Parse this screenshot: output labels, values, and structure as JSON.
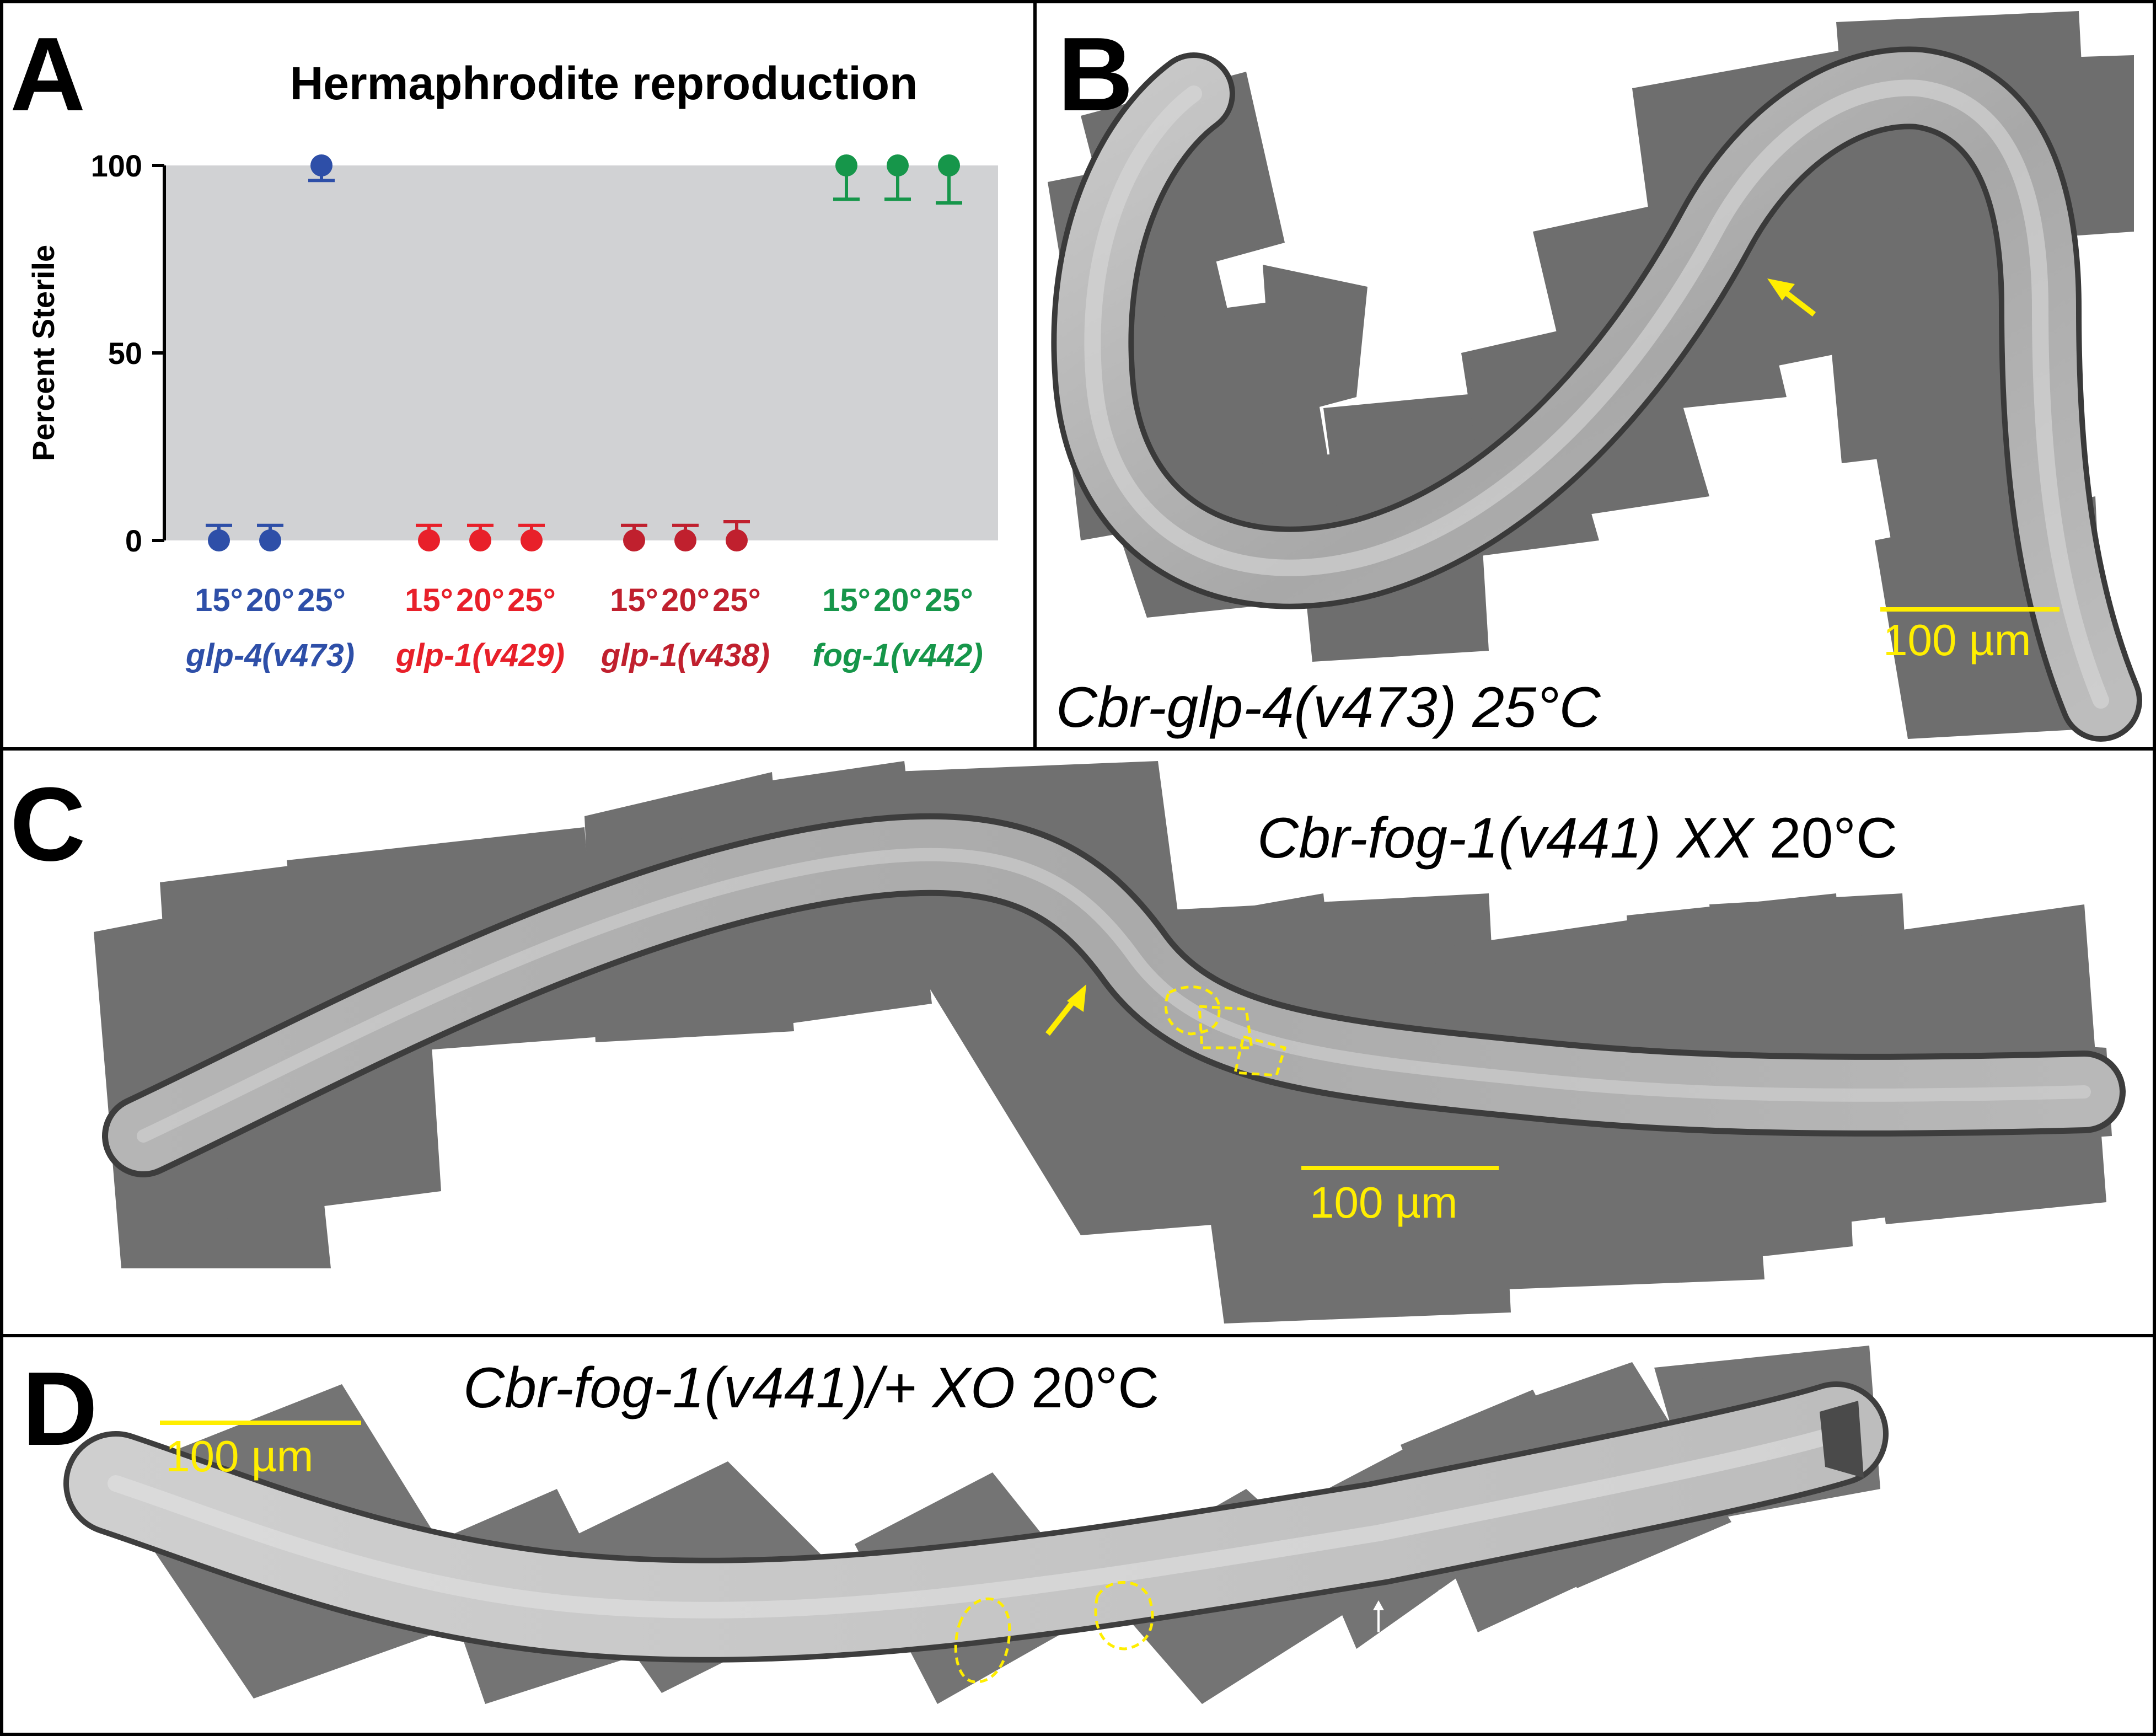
{
  "panels": {
    "A": {
      "letter": "A"
    },
    "B": {
      "letter": "B",
      "caption": "Cbr-glp-4(v473) 25°C",
      "scale_label": "100 µm"
    },
    "C": {
      "letter": "C",
      "caption_italic": "Cbr-fog-1(v441) XX",
      "caption_plain": " 20°C",
      "scale_label": "100 µm"
    },
    "D": {
      "letter": "D",
      "caption_italic": "Cbr-fog-1(v441)/+ XO",
      "caption_plain": " 20°C",
      "scale_label": "100 µm"
    }
  },
  "colors": {
    "glp4": "#2e4fa8",
    "glp1_v429": "#e8202a",
    "glp1_v438": "#c0202e",
    "fog1": "#16964a",
    "plot_bg": "#d1d2d4",
    "scale_bar": "#ffee00"
  },
  "chart_data": {
    "type": "scatter",
    "title": "Hermaphrodite reproduction",
    "ylabel": "Percent Sterile",
    "xlabel": "",
    "ylim": [
      0,
      100
    ],
    "yticks": [
      0,
      50,
      100
    ],
    "grid": false,
    "error_bars": true,
    "groups": [
      {
        "name": "glp-4(v473)",
        "color": "#2e4fa8",
        "points": [
          {
            "label": "15°",
            "value": 0,
            "err_up": 4,
            "err_down": 0
          },
          {
            "label": "20°",
            "value": 0,
            "err_up": 4,
            "err_down": 0
          },
          {
            "label": "25°",
            "value": 100,
            "err_up": 0,
            "err_down": 4
          }
        ]
      },
      {
        "name": "glp-1(v429)",
        "color": "#e8202a",
        "points": [
          {
            "label": "15°",
            "value": 0,
            "err_up": 4,
            "err_down": 0
          },
          {
            "label": "20°",
            "value": 0,
            "err_up": 4,
            "err_down": 0
          },
          {
            "label": "25°",
            "value": 0,
            "err_up": 4,
            "err_down": 0
          }
        ]
      },
      {
        "name": "glp-1(v438)",
        "color": "#c0202e",
        "points": [
          {
            "label": "15°",
            "value": 0,
            "err_up": 4,
            "err_down": 0
          },
          {
            "label": "20°",
            "value": 0,
            "err_up": 4,
            "err_down": 0
          },
          {
            "label": "25°",
            "value": 0,
            "err_up": 5,
            "err_down": 0
          }
        ]
      },
      {
        "name": "fog-1(v442)",
        "color": "#16964a",
        "points": [
          {
            "label": "15°",
            "value": 100,
            "err_up": 0,
            "err_down": 9
          },
          {
            "label": "20°",
            "value": 100,
            "err_up": 0,
            "err_down": 9
          },
          {
            "label": "25°",
            "value": 100,
            "err_up": 0,
            "err_down": 10
          }
        ]
      }
    ]
  }
}
